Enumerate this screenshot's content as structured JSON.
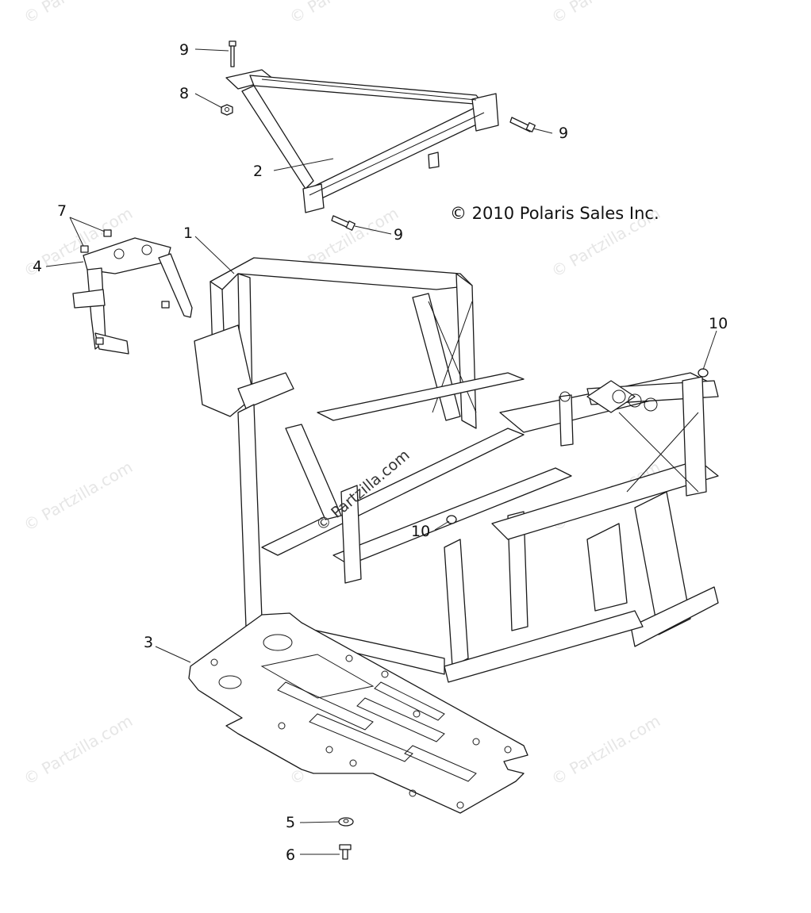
{
  "diagram": {
    "copyright": "© 2010 Polaris Sales Inc.",
    "center_watermark": "© Partzilla.com",
    "watermark_text": "© Partzilla.com",
    "callouts": {
      "c1": "1",
      "c2": "2",
      "c3": "3",
      "c4": "4",
      "c5": "5",
      "c6": "6",
      "c7": "7",
      "c8": "8",
      "c9a": "9",
      "c9b": "9",
      "c9c": "9",
      "c10a": "10",
      "c10b": "10"
    }
  }
}
